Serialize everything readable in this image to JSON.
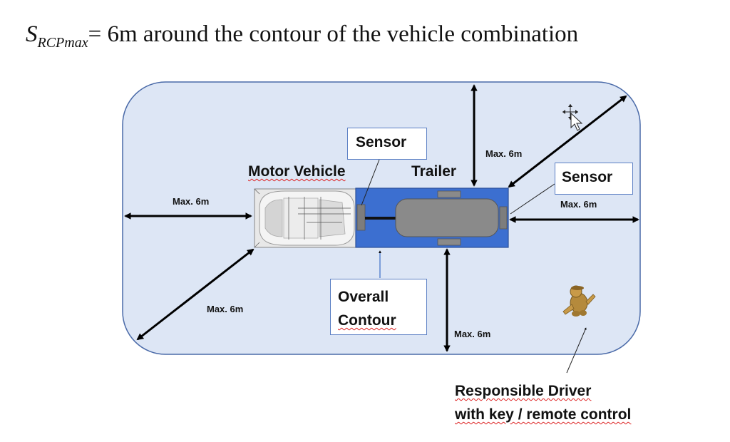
{
  "title": {
    "symbol": "S",
    "subscript": "RCPmax",
    "text": "= 6m around the contour of the vehicle combination"
  },
  "labels": {
    "motor_vehicle": "Motor Vehicle",
    "trailer": "Trailer",
    "sensor_left": "Sensor",
    "sensor_right": "Sensor",
    "overall_contour_line1": "Overall",
    "overall_contour_line2": "Contour",
    "max_left": "Max. 6m",
    "max_top": "Max. 6m",
    "max_right": "Max. 6m",
    "max_bottom_left": "Max. 6m",
    "max_bottom": "Max. 6m",
    "driver_line1": "Responsible Driver",
    "driver_line2": "with key / remote control"
  },
  "colors": {
    "zone_fill": "#dde6f5",
    "zone_stroke": "#4a6aa8",
    "trailer_fill": "#3c6fd0",
    "trailer_body": "#8a8a8a",
    "arrow": "#000000"
  },
  "icons": {
    "cursor": "move-cursor-icon",
    "driver": "driver-figure-icon",
    "car": "car-top-view-icon"
  }
}
